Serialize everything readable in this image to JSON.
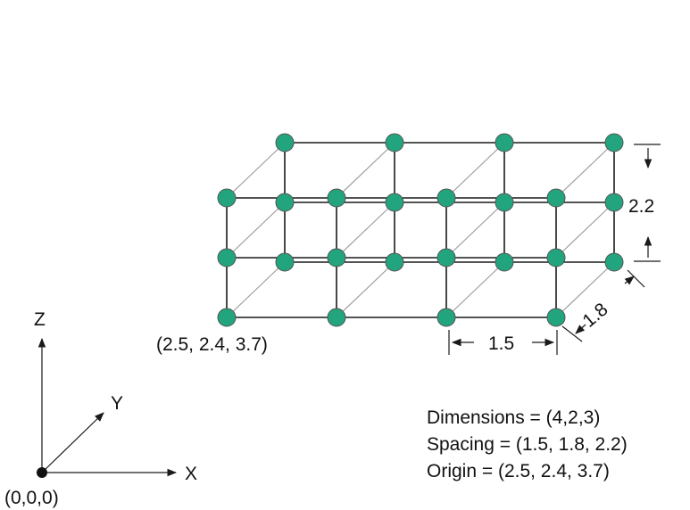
{
  "grid": {
    "dimensions": [
      4,
      2,
      3
    ],
    "node_color": "#22a47e",
    "edge_color": "#1a1a1a"
  },
  "labels": {
    "origin_corner": "(2.5, 2.4, 3.7)",
    "spacing_x": "1.5",
    "spacing_y": "1.8",
    "spacing_z": "2.2"
  },
  "axes": {
    "x_label": "X",
    "y_label": "Y",
    "z_label": "Z",
    "origin_label": "(0,0,0)"
  },
  "info": {
    "dimensions": "Dimensions = (4,2,3)",
    "spacing": "Spacing = (1.5, 1.8, 2.2)",
    "origin": "Origin = (2.5, 2.4, 3.7)"
  }
}
